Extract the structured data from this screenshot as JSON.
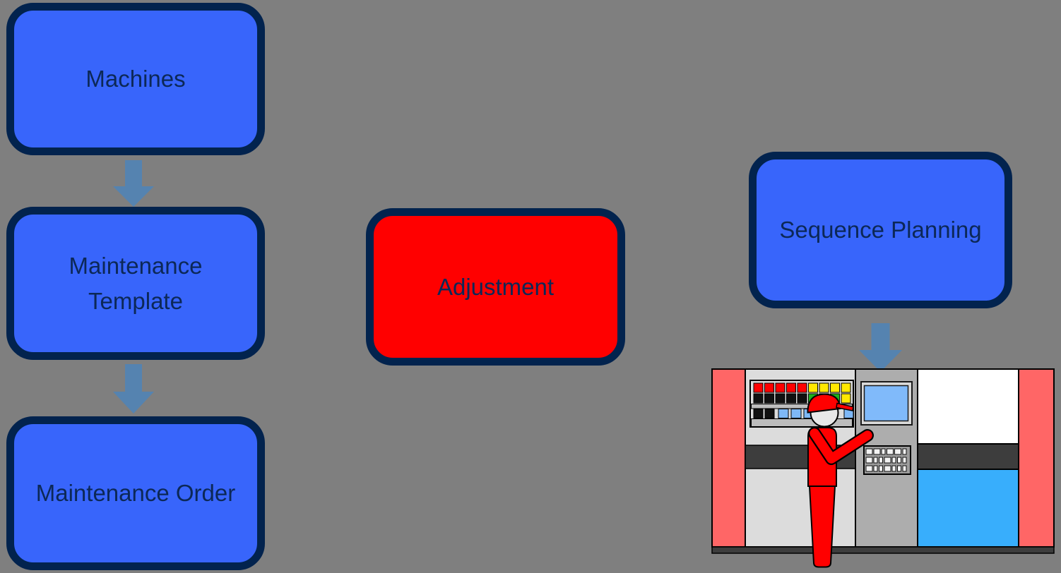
{
  "diagram": {
    "type": "flowchart",
    "background_color": "#7F7F7F",
    "node_style": {
      "fill": "#3865FB",
      "border_color": "#02234E",
      "text_color": "#0C2857"
    },
    "arrow_color": "#5583B0",
    "left_flow": {
      "nodes": [
        {
          "id": "machines",
          "label": "Machines"
        },
        {
          "id": "maintenance-template",
          "label": "Maintenance Template"
        },
        {
          "id": "maintenance-order",
          "label": "Maintenance Order"
        }
      ]
    },
    "center_node": {
      "id": "adjustment",
      "label": "Adjustment",
      "fill": "#FF0000"
    },
    "right_flow": {
      "node": {
        "id": "sequence-planning",
        "label": "Sequence Planning"
      },
      "illustration": {
        "name": "cnc-machine-with-operator",
        "elements": [
          "machine-frame",
          "control-panel-buttons",
          "monitor",
          "keyboard",
          "machine-window",
          "machine-door",
          "operator-figure"
        ],
        "colors": {
          "frame_salmon": "#FF6666",
          "panel_light_gray": "#DCDCDC",
          "console_gray": "#ADADAD",
          "band_dark_gray": "#3D3D3D",
          "door_blue": "#38AEFC",
          "screen_blue": "#80BAFA",
          "window_white": "#FFFFFF",
          "worker_red": "#FF0000",
          "button_red": "#FF0000",
          "button_yellow": "#FFE800",
          "button_green": "#1DB31D",
          "button_black": "#111111",
          "button_light_blue": "#7EB8F7"
        }
      }
    }
  }
}
